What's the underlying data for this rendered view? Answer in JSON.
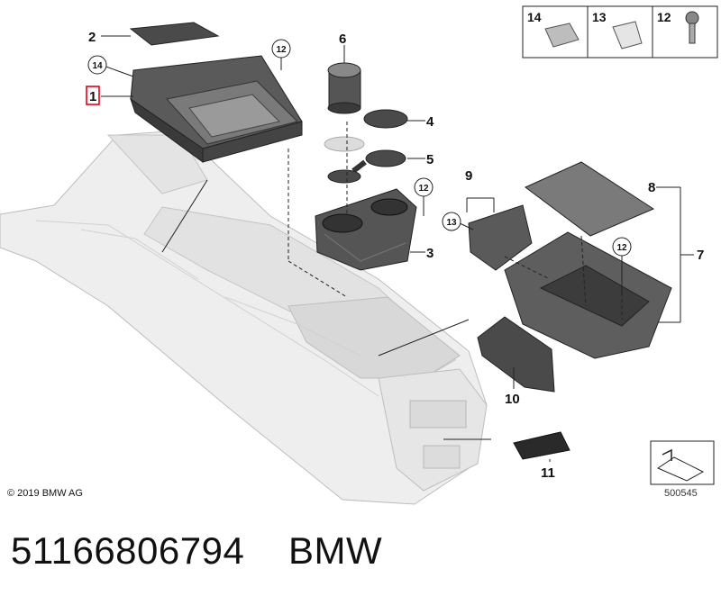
{
  "callouts": {
    "c1": "1",
    "c2": "2",
    "c3": "3",
    "c4": "4",
    "c5": "5",
    "c6": "6",
    "c7": "7",
    "c8": "8",
    "c9": "9",
    "c10": "10",
    "c11": "11"
  },
  "circled": {
    "n12": "12",
    "n13": "13",
    "n14": "14"
  },
  "legend": {
    "a": "14",
    "b": "13",
    "c": "12"
  },
  "colors": {
    "highlight": "#e0001b",
    "part_dark": "#4a4a4a",
    "console_light": "#eeeeee"
  },
  "copyright": "© 2019 BMW AG",
  "reference_number": "500545",
  "footer": {
    "part_number": "51166806794",
    "brand": "BMW"
  }
}
